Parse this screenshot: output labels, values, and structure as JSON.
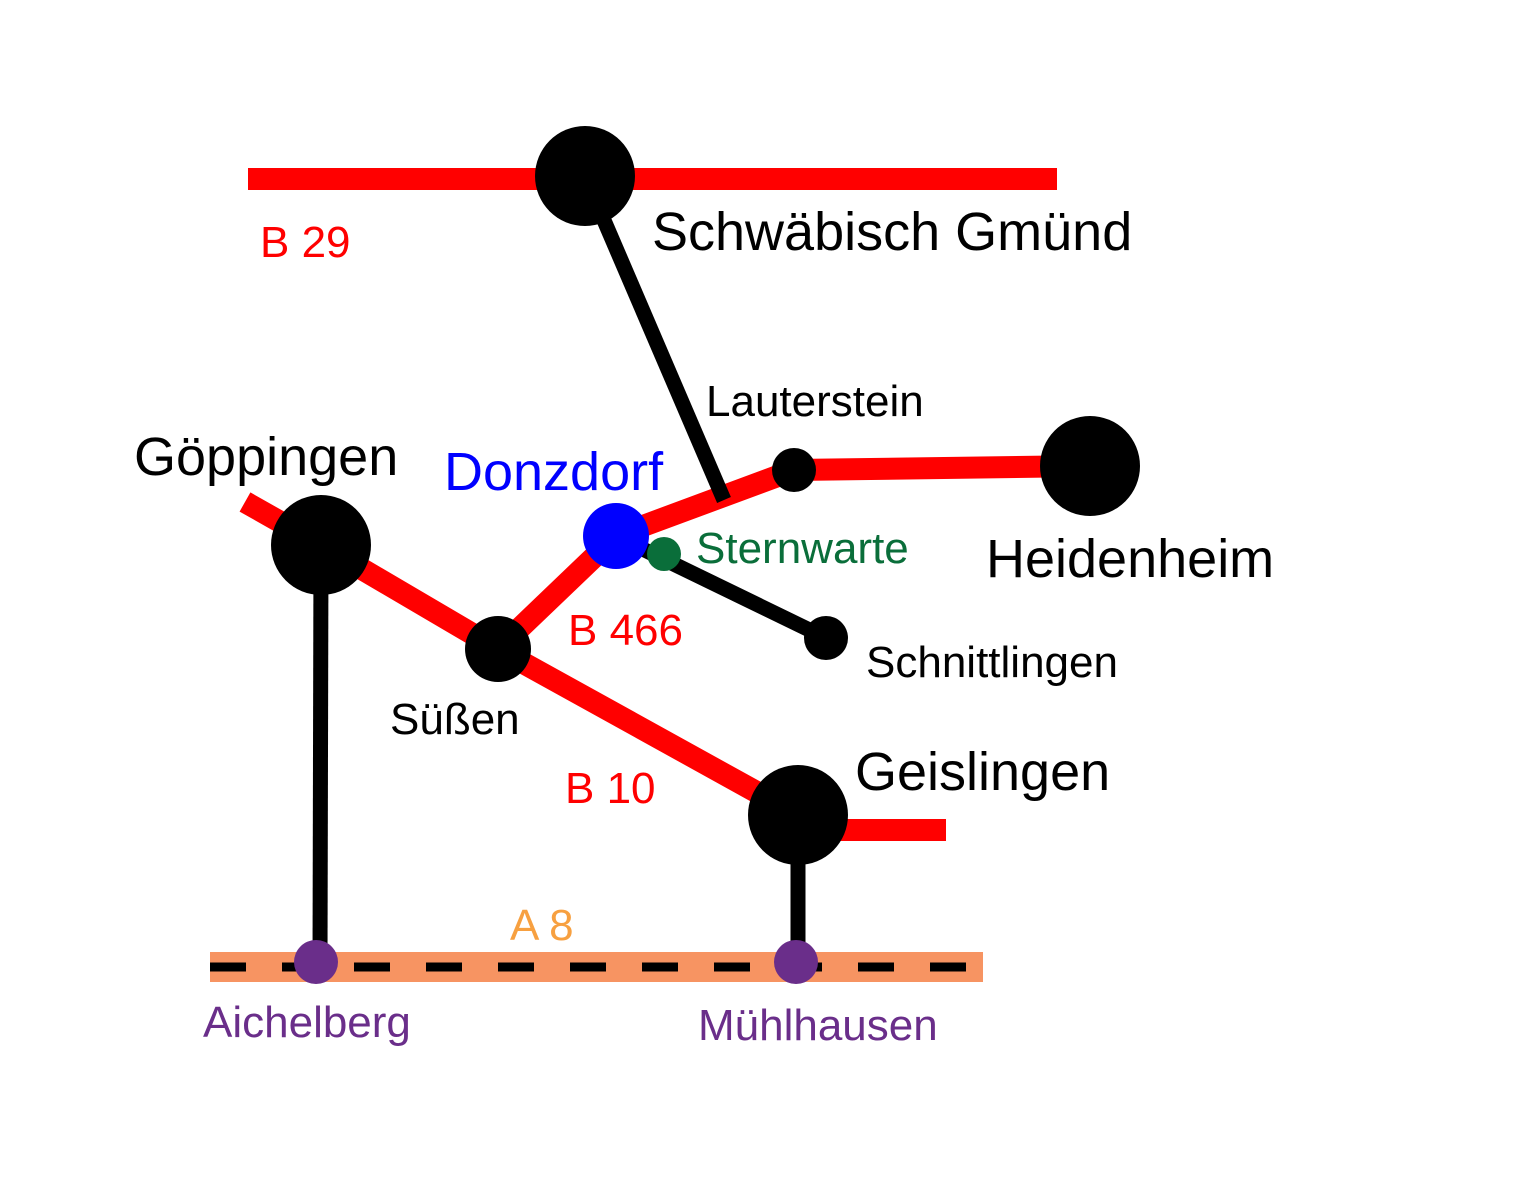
{
  "map": {
    "colors": {
      "road_federal": "#ff0000",
      "road_local": "#000000",
      "motorway": "#f79462",
      "motorway_dash": "#000000",
      "city": "#000000",
      "highlight_town": "#0000ff",
      "observatory": "#0a6e3a",
      "motorway_junction": "#6a2e8a",
      "background": "#ffffff"
    },
    "roads": {
      "b29": "B 29",
      "b466": "B 466",
      "b10": "B 10",
      "a8": "A 8"
    },
    "places": {
      "schwaebisch_gmuend": "Schwäbisch Gmünd",
      "goeppingen": "Göppingen",
      "donzdorf": "Donzdorf",
      "lauterstein": "Lauterstein",
      "heidenheim": "Heidenheim",
      "sternwarte": "Sternwarte",
      "schnittlingen": "Schnittlingen",
      "suessen": "Süßen",
      "geislingen": "Geislingen",
      "aichelberg": "Aichelberg",
      "muehlhausen": "Mühlhausen"
    }
  }
}
